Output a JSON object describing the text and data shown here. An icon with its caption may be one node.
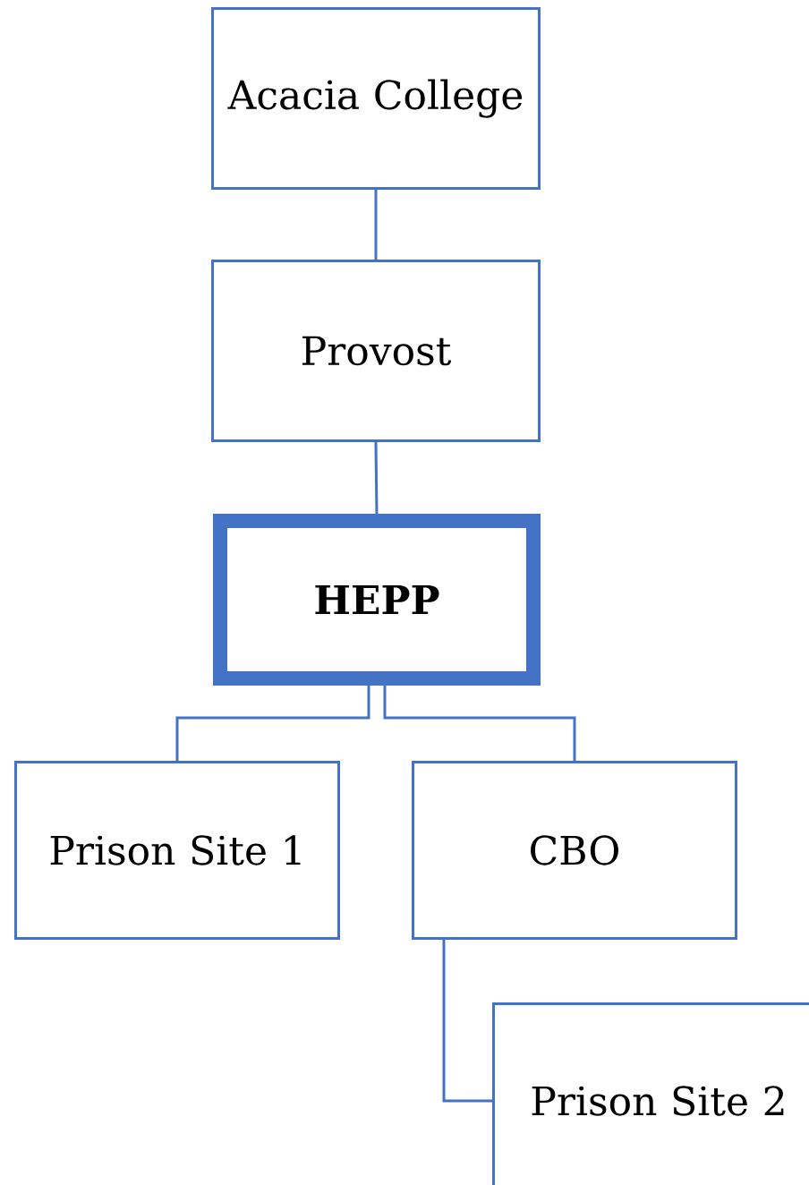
{
  "diagram": {
    "nodes": [
      {
        "text": [
          "Acacia College"
        ]
      },
      {
        "text": [
          "Provost"
        ]
      },
      {
        "text": [
          "HEPP"
        ]
      },
      {
        "text": [
          "Prison Site 1"
        ]
      },
      {
        "text": [
          "CBO"
        ]
      },
      {
        "text": [
          "Prison Site 2"
        ]
      }
    ],
    "edges": [
      {
        "from": 0,
        "to": 1,
        "arrow": "none"
      },
      {
        "from": 1,
        "to": 2,
        "arrow": "none"
      },
      {
        "from": 2,
        "to": 3,
        "arrow": "none"
      },
      {
        "from": 2,
        "to": 4,
        "arrow": "none"
      },
      {
        "from": 4,
        "to": 5,
        "arrow": "none"
      }
    ]
  }
}
